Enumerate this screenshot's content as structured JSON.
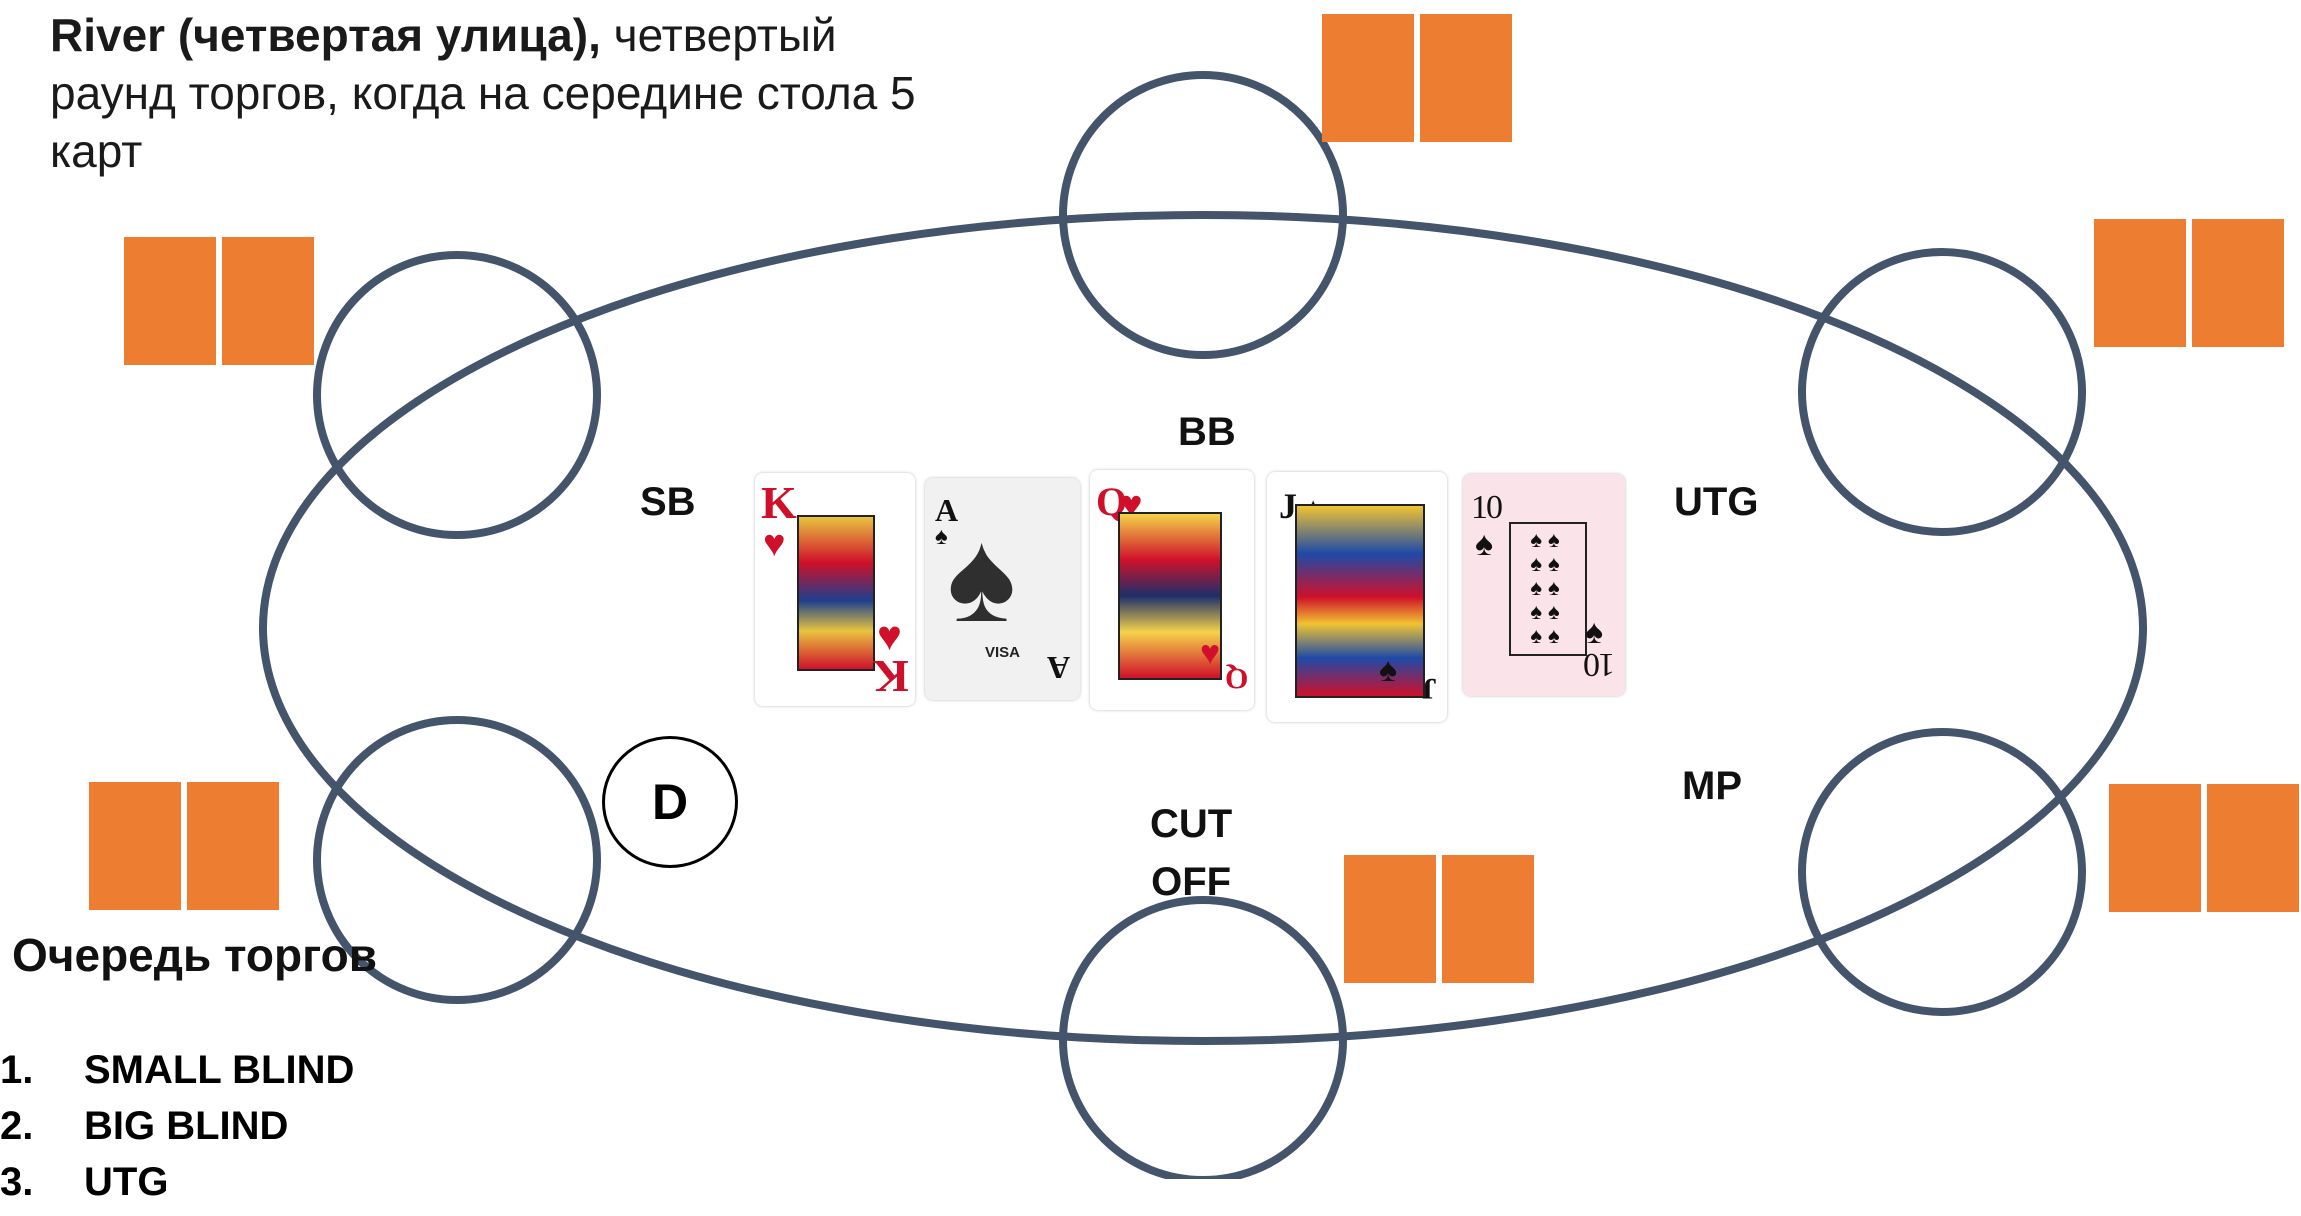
{
  "slide": {
    "title_bold": "River (четвертая улица),",
    "title_rest": " четвертый раунд торгов, когда на середине стола 5 карт"
  },
  "colors": {
    "table_outline": "#44546a",
    "hole_card": "#ed7d31"
  },
  "seats": {
    "sb": "SB",
    "bb": "BB",
    "utg": "UTG",
    "mp": "MP",
    "cutoff_line1": "CUT",
    "cutoff_line2": "OFF"
  },
  "dealer_button": "D",
  "board_cards": [
    {
      "rank": "K",
      "suit": "♥"
    },
    {
      "rank": "A",
      "suit": "♠",
      "brand": "VISA"
    },
    {
      "rank": "Q",
      "suit": "♥"
    },
    {
      "rank": "J",
      "suit": "♠"
    },
    {
      "rank": "10",
      "suit": "♠"
    }
  ],
  "betting_order": {
    "title": "Очередь торгов",
    "items": [
      {
        "num": "1.",
        "label": "SMALL BLIND"
      },
      {
        "num": "2.",
        "label": "BIG BLIND"
      },
      {
        "num": "3.",
        "label": "UTG"
      }
    ]
  }
}
